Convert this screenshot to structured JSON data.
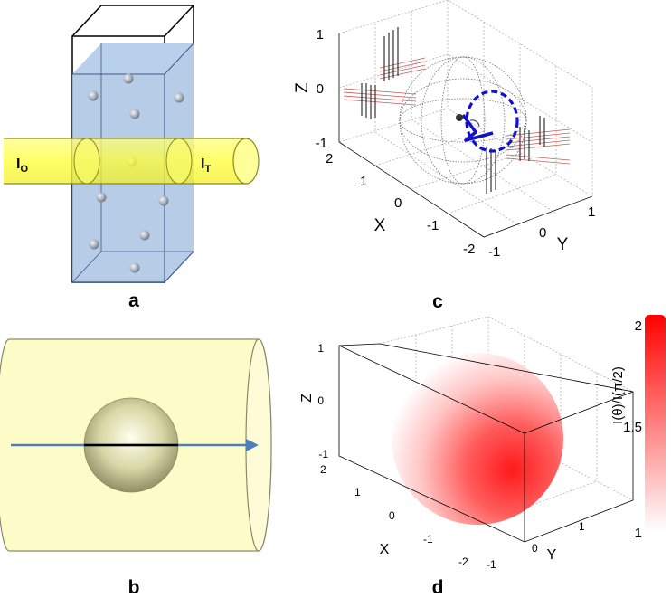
{
  "panels": {
    "a": {
      "letter": "a",
      "beam_in": "I",
      "beam_in_sub": "O",
      "beam_out": "I",
      "beam_out_sub": "T"
    },
    "b": {
      "letter": "b"
    },
    "c": {
      "letter": "c",
      "axes": {
        "z_name": "Z",
        "x_name": "X",
        "y_name": "Y",
        "z_ticks": [
          "1",
          "0",
          "-1"
        ],
        "x_ticks": [
          "2",
          "1",
          "0",
          "-1",
          "-2"
        ],
        "y_ticks": [
          "-1",
          "0",
          "1"
        ]
      }
    },
    "d": {
      "letter": "d",
      "axes": {
        "z_name": "Z",
        "x_name": "X",
        "y_name": "Y",
        "z_ticks": [
          "1",
          "0",
          "-1"
        ],
        "x_ticks": [
          "2",
          "1",
          "0",
          "-1",
          "-2"
        ],
        "y_ticks": [
          "-1",
          "0",
          "1"
        ]
      }
    }
  },
  "colorbar": {
    "label": "I(θ)/I(π/2)",
    "ticks": [
      "2",
      "1.5",
      "1"
    ],
    "min": 1,
    "max": 2,
    "colors": {
      "high": "#ff0000",
      "low": "#ffffff"
    }
  },
  "colors": {
    "liquid": "#a9c3e3",
    "beam": "#ffff66",
    "tube": "#fdfcc8",
    "arrow": "#4f7fb8",
    "path": "#1111cc"
  }
}
